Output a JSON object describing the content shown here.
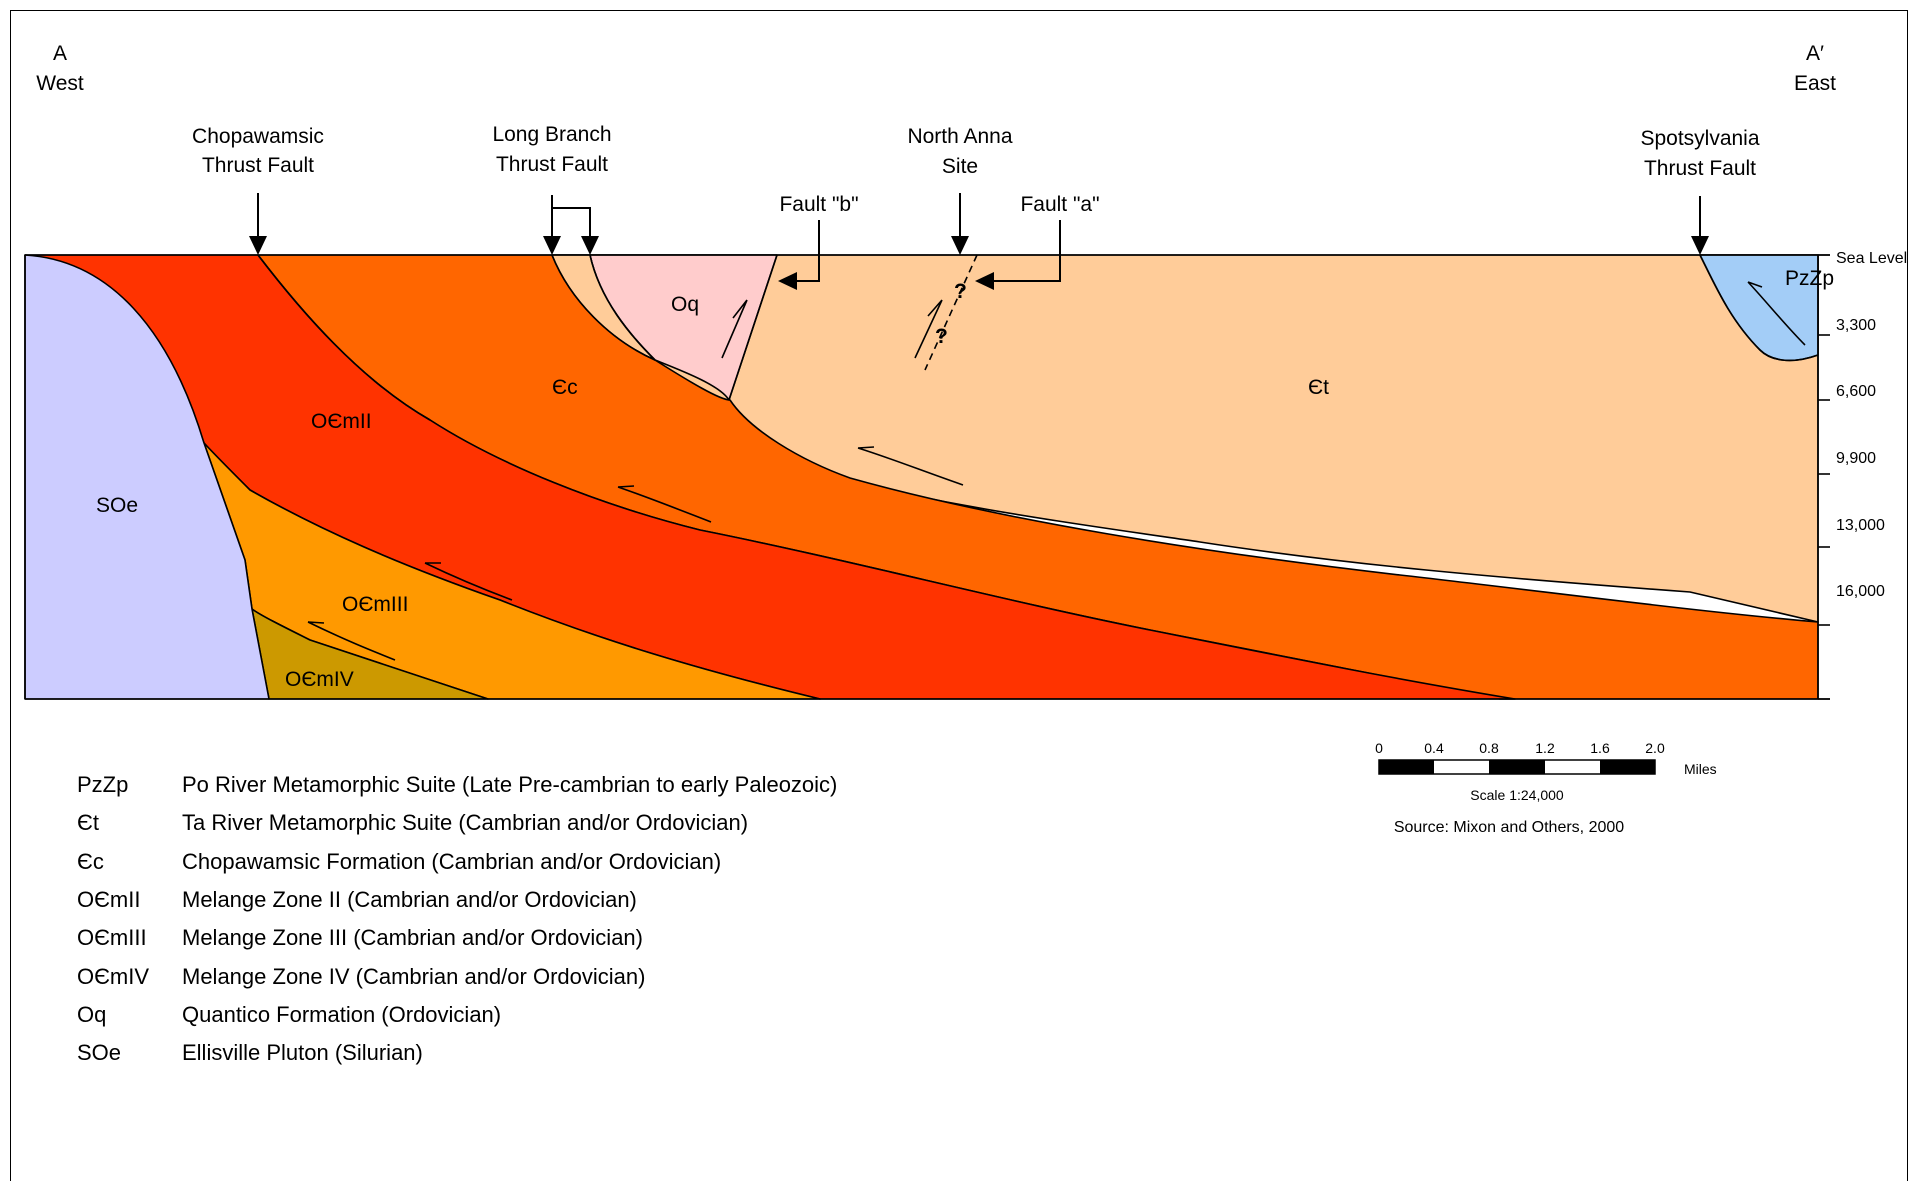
{
  "section_ends": {
    "left": {
      "letter": "A",
      "direction": "West"
    },
    "right": {
      "letter": "A′",
      "direction": "East"
    }
  },
  "fault_labels": {
    "chopawamsic": [
      "Chopawamsic",
      "Thrust Fault"
    ],
    "long_branch": [
      "Long Branch",
      "Thrust Fault"
    ],
    "north_anna": [
      "North Anna",
      "Site"
    ],
    "spotsylvania": [
      "Spotsylvania",
      "Thrust Fault"
    ],
    "fault_b": "Fault \"b\"",
    "fault_a": "Fault \"a\"",
    "uncertain_mark": "?"
  },
  "depth_axis": [
    "Sea Level",
    "3,300",
    "6,600",
    "9,900",
    "13,000",
    "16,000"
  ],
  "units": {
    "pzzp": {
      "label": "PzZp",
      "color": "#a3cdf7"
    },
    "et": {
      "label": "Єt",
      "color": "#ffcc99"
    },
    "ec": {
      "label": "Єc",
      "color": "#ff6600"
    },
    "oq": {
      "label": "Oq",
      "color": "#ffcccc"
    },
    "oemii": {
      "label": "OЄmII",
      "color": "#ff3300"
    },
    "oemiii": {
      "label": "OЄmIII",
      "color": "#ff9900"
    },
    "oemiv": {
      "label": "OЄmIV",
      "color": "#cc9900"
    },
    "soe": {
      "label": "SOe",
      "color": "#ccccff"
    }
  },
  "legend": [
    {
      "symbol": "PzZp",
      "description": "Po River Metamorphic Suite (Late Pre-cambrian to early Paleozoic)"
    },
    {
      "symbol": "Єt",
      "description": "Ta River Metamorphic Suite (Cambrian and/or Ordovician)"
    },
    {
      "symbol": "Єc",
      "description": "Chopawamsic Formation (Cambrian and/or Ordovician)"
    },
    {
      "symbol": "OЄmII",
      "description": "Melange Zone II (Cambrian and/or Ordovician)"
    },
    {
      "symbol": "OЄmIII",
      "description": "Melange Zone III (Cambrian and/or Ordovician)"
    },
    {
      "symbol": "OЄmIV",
      "description": "Melange Zone IV (Cambrian and/or Ordovician)"
    },
    {
      "symbol": "Oq",
      "description": "Quantico Formation (Ordovician)"
    },
    {
      "symbol": "SOe",
      "description": "Ellisville Pluton (Silurian)"
    }
  ],
  "scale_bar": {
    "ticks": [
      "0",
      "0.4",
      "0.8",
      "1.2",
      "1.6",
      "2.0"
    ],
    "unit": "Miles",
    "ratio": "Scale 1:24,000",
    "source": "Source: Mixon and Others, 2000"
  }
}
